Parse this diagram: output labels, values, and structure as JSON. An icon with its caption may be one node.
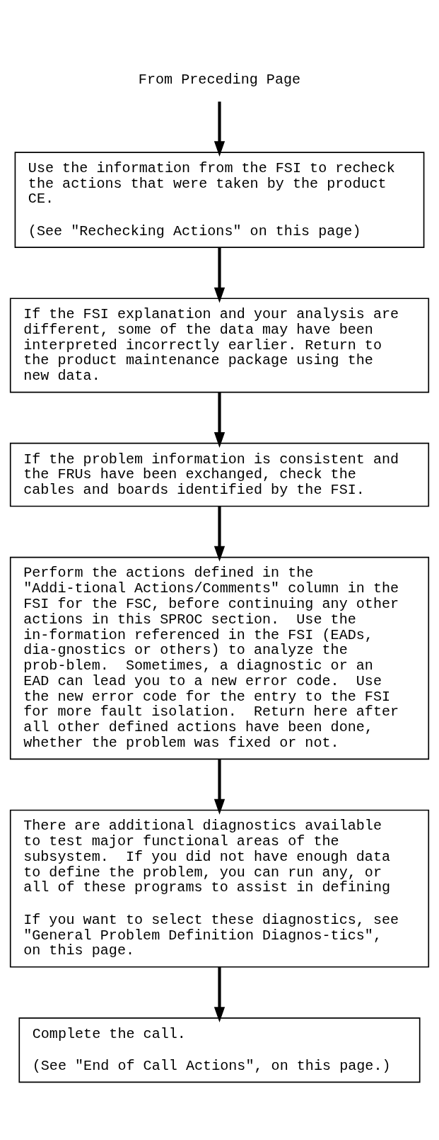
{
  "diagram": {
    "nodes": [
      {
        "text": [
          "From Preceding Page"
        ]
      },
      {
        "text": [
          "Use the information from the FSI to recheck the actions that were taken by the product CE.",
          "(See \"Rechecking Actions\" on this page)"
        ]
      },
      {
        "text": [
          "If the FSI explanation and your analysis are different, some of the data may have been interpreted incorrectly earlier. Return to the product maintenance package using the new data."
        ]
      },
      {
        "text": [
          "If the problem information is consistent and the FRUs have been exchanged, check the cables and boards identified by the FSI."
        ]
      },
      {
        "text": [
          "Perform the actions defined in the \"Addi-tional Actions/Comments\" column in the FSI for the FSC, before continuing any other actions in this SPROC section.  Use the in-formation referenced in the FSI (EADs, dia-gnostics or others) to analyze the prob-blem.  Sometimes, a diagnostic or an EAD can lead you to a new error code.  Use the new error code for the entry to the FSI for more fault isolation.  Return here after all other defined actions have been done, whether the problem was fixed or not."
        ]
      },
      {
        "text": [
          "There are additional diagnostics available to test major functional areas of the subsystem.  If you did not have enough data to define the problem, you can run any, or all of these programs to assist in defining",
          "If you want to select these diagnostics, see \"General Problem Definition Diagnos-tics\", on this page."
        ]
      },
      {
        "text": [
          "Complete the call.",
          "(See \"End of Call Actions\", on this page.)"
        ]
      }
    ],
    "edges": [
      {
        "from": 0,
        "to": 1,
        "arrow": "to"
      },
      {
        "from": 1,
        "to": 2,
        "arrow": "to"
      },
      {
        "from": 2,
        "to": 3,
        "arrow": "to"
      },
      {
        "from": 3,
        "to": 4,
        "arrow": "to"
      },
      {
        "from": 4,
        "to": 5,
        "arrow": "to"
      },
      {
        "from": 5,
        "to": 6,
        "arrow": "to"
      }
    ]
  }
}
